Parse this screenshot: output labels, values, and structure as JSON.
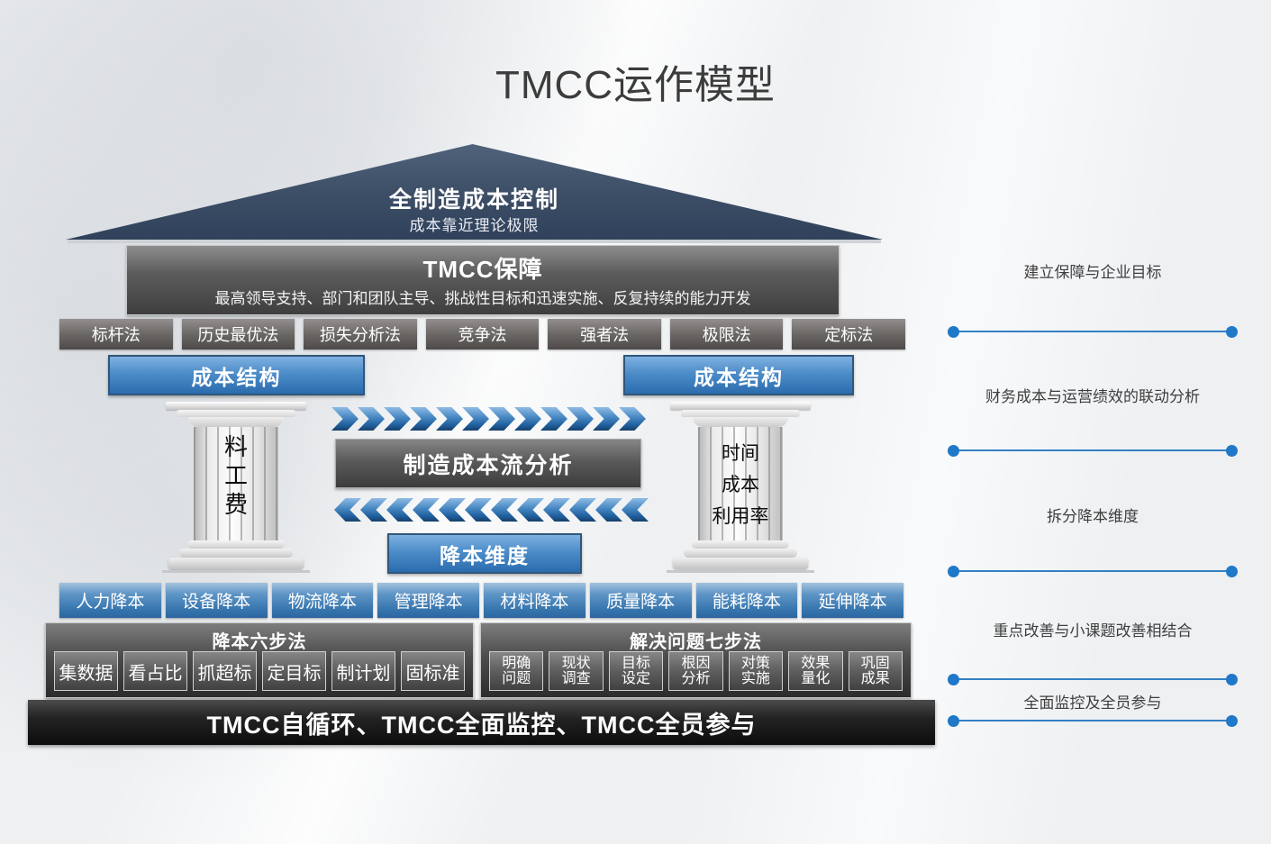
{
  "title": "TMCC运作模型",
  "roof": {
    "line1": "全制造成本控制",
    "line2": "成本靠近理论极限"
  },
  "guarantee": {
    "title": "TMCC保障",
    "subtitle": "最高领导支持、部门和团队主导、挑战性目标和迅速实施、反复持续的能力开发"
  },
  "methods": [
    "标杆法",
    "历史最优法",
    "损失分析法",
    "竞争法",
    "强者法",
    "极限法",
    "定标法"
  ],
  "pillars": {
    "left": {
      "header": "成本结构",
      "items": [
        "料",
        "工",
        "费"
      ]
    },
    "right": {
      "header": "成本结构",
      "items": [
        "时间",
        "成本",
        "利用率"
      ]
    }
  },
  "flow": {
    "analysis_label": "制造成本流分析",
    "dimension_label": "降本维度"
  },
  "cost_reduction_items": [
    "人力降本",
    "设备降本",
    "物流降本",
    "管理降本",
    "材料降本",
    "质量降本",
    "能耗降本",
    "延伸降本"
  ],
  "six_step": {
    "title": "降本六步法",
    "steps": [
      "集数据",
      "看占比",
      "抓超标",
      "定目标",
      "制计划",
      "固标准"
    ]
  },
  "seven_step": {
    "title": "解决问题七步法",
    "steps": [
      "明确问题",
      "现状调查",
      "目标设定",
      "根因分析",
      "对策实施",
      "效果量化",
      "巩固成果"
    ]
  },
  "footer": "TMCC自循环、TMCC全面监控、TMCC全员参与",
  "annotations": [
    "建立保障与企业目标",
    "财务成本与运营绩效的联动分析",
    "拆分降本维度",
    "重点改善与小课题改善相结合",
    "全面监控及全员参与"
  ],
  "colors": {
    "accent_blue": "#2e75b6",
    "roof_navy": "#3c4d66",
    "box_gray": "#5c5c5c",
    "footer_black": "#0c0c0c",
    "line_blue": "#1f78c8",
    "background": "#eef0f2"
  }
}
